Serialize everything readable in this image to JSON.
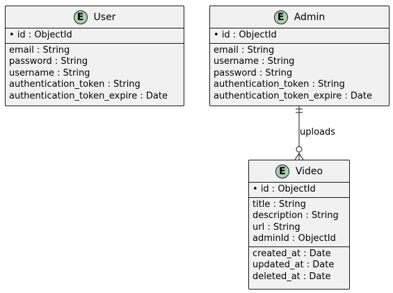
{
  "entities": {
    "user": {
      "icon_letter": "E",
      "name": "User",
      "key_field": "id : ObjectId",
      "fields": [
        "email : String",
        "password : String",
        "username : String",
        "authentication_token : String",
        "authentication_token_expire : Date"
      ]
    },
    "admin": {
      "icon_letter": "E",
      "name": "Admin",
      "key_field": "id : ObjectId",
      "fields": [
        "email : String",
        "username : String",
        "password : String",
        "authentication_token : String",
        "authentication_token_expire : Date"
      ]
    },
    "video": {
      "icon_letter": "E",
      "name": "Video",
      "key_field": "id : ObjectId",
      "fields": [
        "title : String",
        "description : String",
        "url : String",
        "adminId : ObjectId"
      ],
      "timestamps": [
        "created_at : Date",
        "updated_at : Date",
        "deleted_at : Date"
      ]
    }
  },
  "key_marker": "•",
  "relationship": {
    "label": "uploads",
    "from": "Admin",
    "to": "Video",
    "from_cardinality": "exactly one",
    "to_cardinality": "zero or many"
  }
}
